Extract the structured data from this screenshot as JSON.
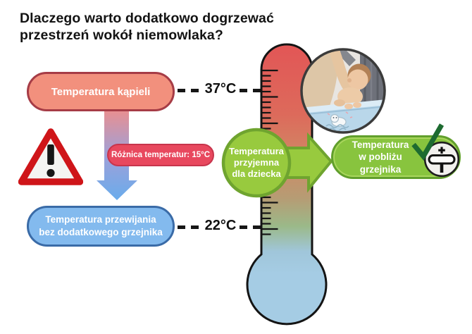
{
  "title": "Dlaczego warto dodatkowo dogrzewać przestrzeń wokół niemowlaka?",
  "flow": {
    "bath_box": {
      "label": "Temperatura kąpieli",
      "temp": "37°C"
    },
    "difference_label": "Różnica temperatur: 15°C",
    "changing_box": {
      "line1": "Temperatura przewijania",
      "line2": "bez dodatkowego grzejnika",
      "temp": "22°C"
    }
  },
  "comfort_bubble": {
    "line1": "Temperatura",
    "line2": "przyjemna",
    "line3": "dla dziecka"
  },
  "heater_box": {
    "line1": "Temperatura",
    "line2": "w pobliżu grzejnika"
  },
  "icons": {
    "warning": "warning-triangle-icon",
    "check": "checkmark-icon",
    "radiator": "radiator-valve-icon",
    "thermometer": "thermometer-graphic",
    "photo": "baby-bath-photo"
  },
  "colors": {
    "bath_fill": "#F2907D",
    "bath_border": "#A63C46",
    "changing_fill": "#83BAEE",
    "changing_border": "#3A6BA7",
    "difference_fill": "#E8485E",
    "comfort_fill": "#98CA3E",
    "comfort_border": "#6FA42F",
    "heater_fill": "#88C43E",
    "heater_border": "#619F2C",
    "thermometer_top": "#E25656",
    "thermometer_bottom": "#A5CCE4",
    "warning_red": "#CF1519",
    "check_green": "#1D6B30",
    "dash_black": "#161616"
  }
}
